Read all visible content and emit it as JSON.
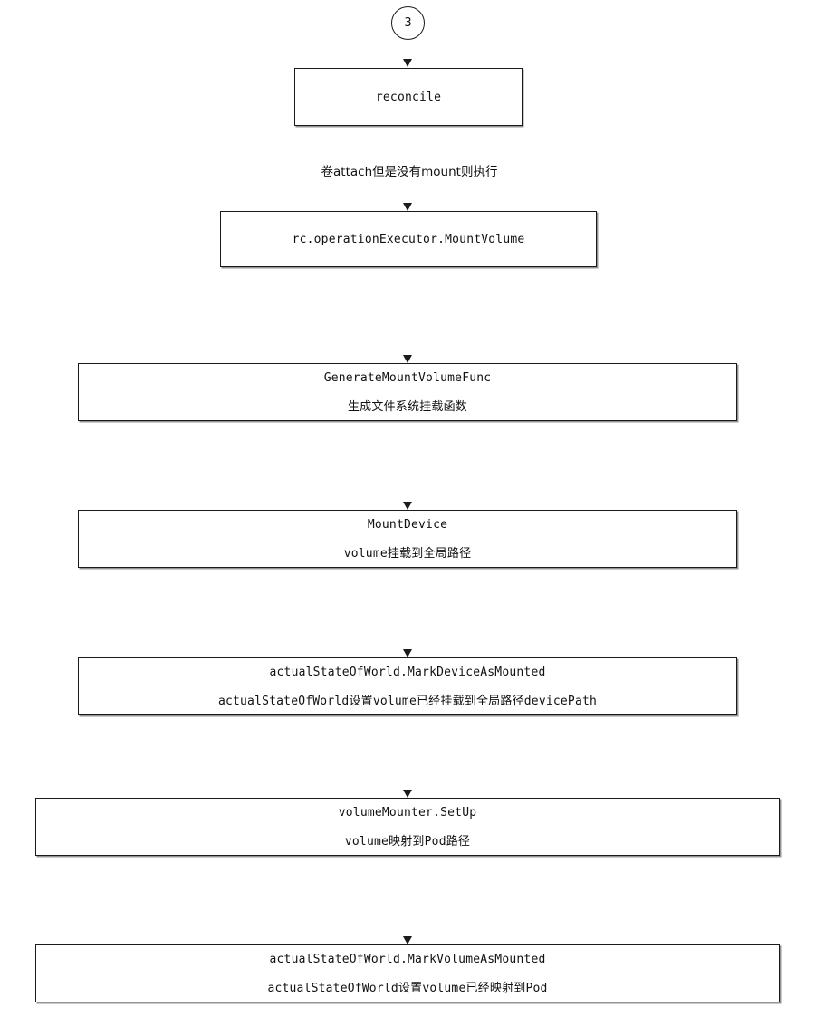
{
  "diagram": {
    "type": "flowchart",
    "direction": "top-to-bottom",
    "start": {
      "label": "3",
      "shape": "circle"
    },
    "nodes": [
      {
        "id": "reconcile",
        "title": "reconcile",
        "subtitle": ""
      },
      {
        "id": "mount-volume",
        "title": "rc.operationExecutor.MountVolume",
        "subtitle": ""
      },
      {
        "id": "generate-mount-volume-func",
        "title": "GenerateMountVolumeFunc",
        "subtitle": "生成文件系统挂载函数"
      },
      {
        "id": "mount-device",
        "title": "MountDevice",
        "subtitle": "volume挂载到全局路径"
      },
      {
        "id": "mark-device-as-mounted",
        "title": "actualStateOfWorld.MarkDeviceAsMounted",
        "subtitle": "actualStateOfWorld设置volume已经挂载到全局路径devicePath"
      },
      {
        "id": "volume-mounter-setup",
        "title": "volumeMounter.SetUp",
        "subtitle": "volume映射到Pod路径"
      },
      {
        "id": "mark-volume-as-mounted",
        "title": "actualStateOfWorld.MarkVolumeAsMounted",
        "subtitle": "actualStateOfWorld设置volume已经映射到Pod"
      }
    ],
    "edges": [
      {
        "from": "start",
        "to": "reconcile",
        "label": ""
      },
      {
        "from": "reconcile",
        "to": "mount-volume",
        "label": "卷attach但是没有mount则执行"
      },
      {
        "from": "mount-volume",
        "to": "generate-mount-volume-func",
        "label": ""
      },
      {
        "from": "generate-mount-volume-func",
        "to": "mount-device",
        "label": ""
      },
      {
        "from": "mount-device",
        "to": "mark-device-as-mounted",
        "label": ""
      },
      {
        "from": "mark-device-as-mounted",
        "to": "volume-mounter-setup",
        "label": ""
      },
      {
        "from": "volume-mounter-setup",
        "to": "mark-volume-as-mounted",
        "label": ""
      }
    ],
    "colors": {
      "stroke": "#1a1a1a",
      "background": "#ffffff",
      "text": "#111111"
    }
  }
}
